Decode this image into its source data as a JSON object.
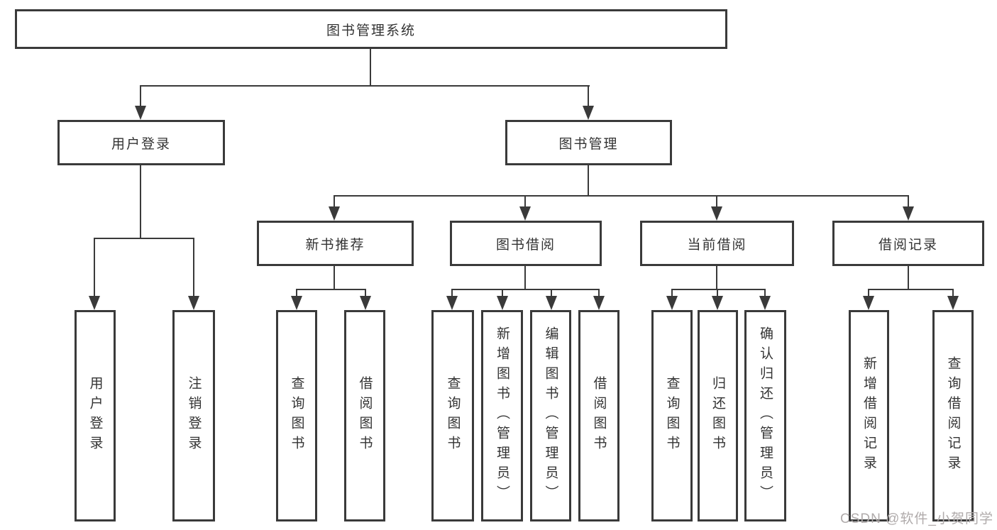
{
  "diagram": {
    "root": "图书管理系统",
    "level2": {
      "user_login": "用户登录",
      "book_management": "图书管理"
    },
    "level3": {
      "new_book_recommend": "新书推荐",
      "book_borrow": "图书借阅",
      "current_borrow": "当前借阅",
      "borrow_record": "借阅记录"
    },
    "children": {
      "user_login": [
        "用户登录",
        "注销登录"
      ],
      "new_book_recommend": [
        "查询图书",
        "借阅图书"
      ],
      "book_borrow": [
        "查询图书",
        "新增图书（管理员）",
        "编辑图书（管理员）",
        "借阅图书"
      ],
      "current_borrow": [
        "查询图书",
        "归还图书",
        "确认归还（管理员）"
      ],
      "borrow_record": [
        "新增借阅记录",
        "查询借阅记录"
      ]
    }
  },
  "watermark": "CSDN @软件_小贺同学",
  "colors": {
    "line": "#3a3a3a",
    "text": "#333333",
    "watermark": "#b0abab",
    "background": "#ffffff"
  }
}
